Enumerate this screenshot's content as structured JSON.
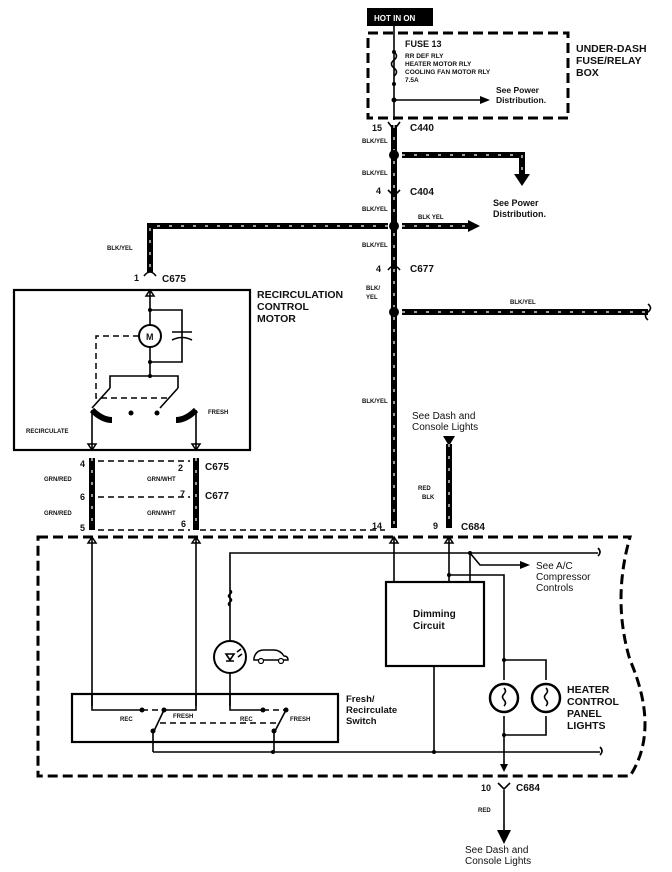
{
  "power_label": "HOT IN ON",
  "fuse_box": {
    "fuse": "FUSE 13",
    "lines": [
      "RR DEF RLY",
      "HEATER MOTOR RLY",
      "COOLING FAN MOTOR RLY",
      "7.5A"
    ],
    "see": [
      "See Power",
      "Distribution."
    ],
    "title": [
      "UNDER-DASH",
      "FUSE/RELAY",
      "BOX"
    ]
  },
  "connectors": {
    "c440": {
      "pin": "15",
      "name": "C440"
    },
    "c404": {
      "pin": "4",
      "name": "C404"
    },
    "c677_top": {
      "pin": "4",
      "name": "C677"
    },
    "c675_top": {
      "pin": "1",
      "name": "C675"
    },
    "c675_mid": {
      "pin_left": "4",
      "pin_right": "2",
      "name": "C675"
    },
    "c677_mid": {
      "pin_left": "6",
      "pin_right": "7",
      "name": "C677"
    },
    "c684_low": {
      "pin_left": "5",
      "pin_right": "6"
    },
    "c684": {
      "pin_a": "14",
      "pin_b": "9",
      "name": "C684"
    },
    "c684_bottom": {
      "pin": "10",
      "name": "C684"
    }
  },
  "wires": {
    "blk_yel": "BLK/YEL",
    "blk_yel_dot": "BLK YEL",
    "blk_slash": "BLK/",
    "yel": "YEL",
    "grn_red": "GRN/RED",
    "grn_wht": "GRN/WHT",
    "red": "RED",
    "blk": "BLK"
  },
  "see_power_mid": [
    "See Power",
    "Distribution."
  ],
  "motor": {
    "title": [
      "RECIRCULATION",
      "CONTROL",
      "MOTOR"
    ],
    "symbol": "M",
    "recirculate": "RECIRCULATE",
    "fresh": "FRESH"
  },
  "dash_lights_top": [
    "See Dash and",
    "Console Lights"
  ],
  "dash_lights_bottom": [
    "See Dash and",
    "Console Lights"
  ],
  "ac_note": [
    "See A/C",
    "Compressor",
    "Controls"
  ],
  "dimming": [
    "Dimming",
    "Circuit"
  ],
  "panel_lights": [
    "HEATER",
    "CONTROL",
    "PANEL",
    "LIGHTS"
  ],
  "switch": {
    "title": [
      "Fresh/",
      "Recirculate",
      "Switch"
    ],
    "rec": "REC",
    "fresh": "FRESH"
  }
}
